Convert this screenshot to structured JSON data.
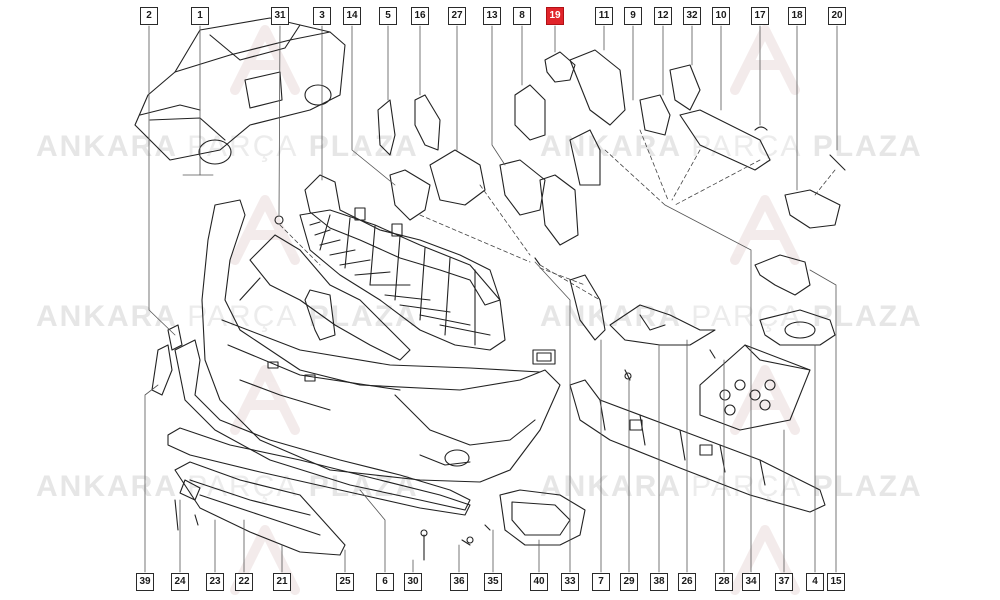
{
  "watermark": {
    "brand_a": "ANKARA",
    "brand_b": "PARÇA",
    "brand_c": "PLAZA"
  },
  "highlight_color": "#e1242a",
  "top_callouts": [
    "2",
    "1",
    "31",
    "3",
    "14",
    "5",
    "16",
    "27",
    "13",
    "8",
    "19",
    "11",
    "9",
    "12",
    "32",
    "10",
    "17",
    "18",
    "20"
  ],
  "bottom_callouts": [
    "39",
    "24",
    "23",
    "22",
    "21",
    "25",
    "6",
    "30",
    "36",
    "35",
    "40",
    "33",
    "7",
    "29",
    "38",
    "26",
    "28",
    "34",
    "37",
    "4",
    "15"
  ],
  "highlighted": "19"
}
